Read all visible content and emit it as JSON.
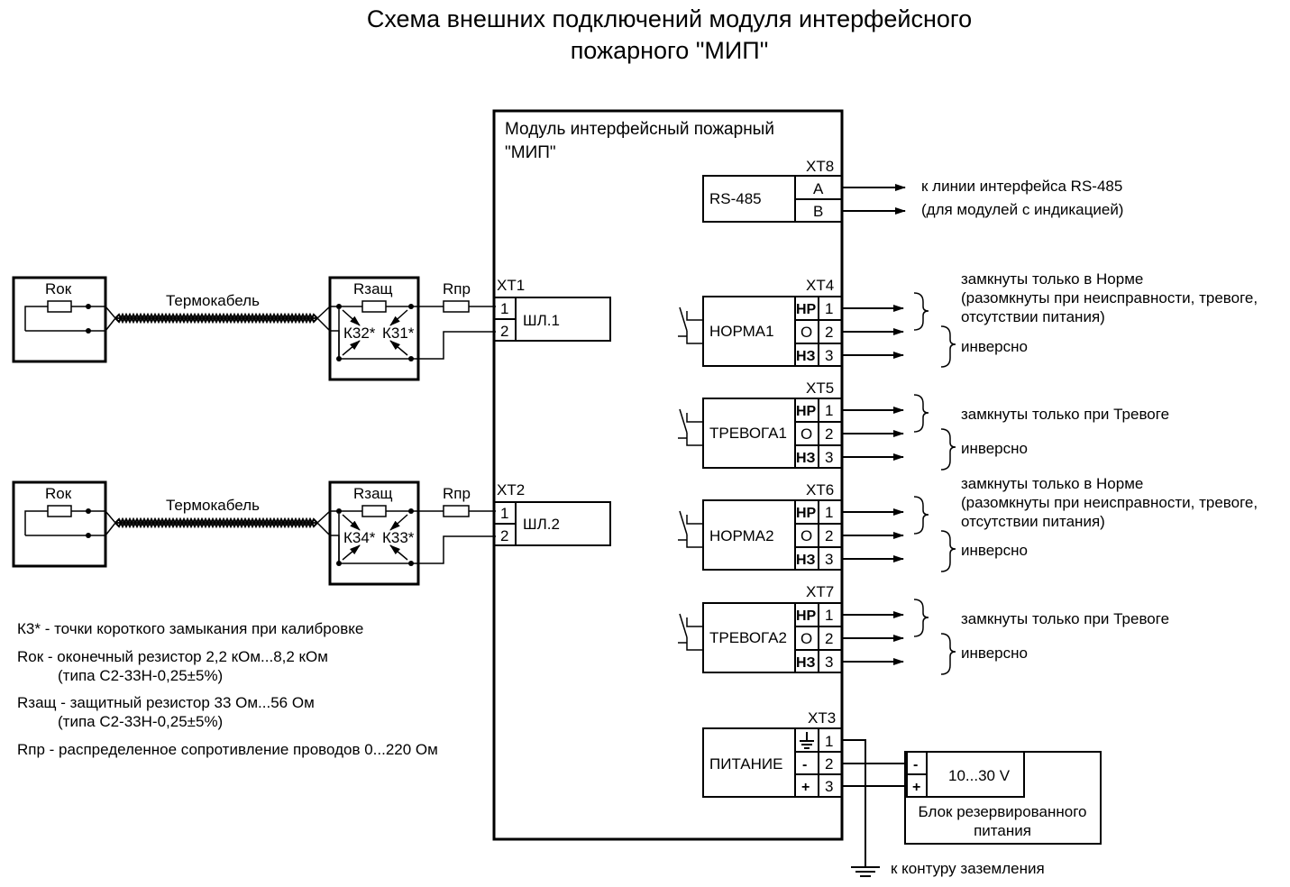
{
  "title": {
    "line1": "Схема внешних подключений модуля интерфейсного",
    "line2": "пожарного \"МИП\""
  },
  "module": {
    "label_line1": "Модуль интерфейсный пожарный",
    "label_line2": "\"МИП\""
  },
  "loops": [
    {
      "rok": "Rок",
      "cable": "Термокабель",
      "rzash": "Rзащ",
      "rpr": "Rпр",
      "kz_left": "К32*",
      "kz_right": "К31*",
      "connector": "XT1",
      "pin1": "1",
      "pin2": "2",
      "input": "ШЛ.1"
    },
    {
      "rok": "Rок",
      "cable": "Термокабель",
      "rzash": "Rзащ",
      "rpr": "Rпр",
      "kz_left": "К34*",
      "kz_right": "К33*",
      "connector": "XT2",
      "pin1": "1",
      "pin2": "2",
      "input": "ШЛ.2"
    }
  ],
  "rs485": {
    "connector": "XT8",
    "label": "RS-485",
    "pin_a": "A",
    "pin_b": "B",
    "note1": "к линии интерфейса RS-485",
    "note2": "(для модулей с индикацией)"
  },
  "relays": [
    {
      "connector": "XT4",
      "name": "НОРМА1",
      "p_nr": "НР",
      "p_o": "О",
      "p_nz": "НЗ",
      "n1": "1",
      "n2": "2",
      "n3": "3",
      "note_l1": "замкнуты только в Норме",
      "note_l2": "(разомкнуты при неисправности, тревоге,",
      "note_l3": "отсутствии питания)",
      "inverse": "инверсно"
    },
    {
      "connector": "XT5",
      "name": "ТРЕВОГА1",
      "p_nr": "НР",
      "p_o": "О",
      "p_nz": "НЗ",
      "n1": "1",
      "n2": "2",
      "n3": "3",
      "note_l1": "замкнуты только при Тревоге",
      "inverse": "инверсно"
    },
    {
      "connector": "XT6",
      "name": "НОРМА2",
      "p_nr": "НР",
      "p_o": "О",
      "p_nz": "НЗ",
      "n1": "1",
      "n2": "2",
      "n3": "3",
      "note_l1": "замкнуты только в Норме",
      "note_l2": "(разомкнуты при неисправности, тревоге,",
      "note_l3": "отсутствии питания)",
      "inverse": "инверсно"
    },
    {
      "connector": "XT7",
      "name": "ТРЕВОГА2",
      "p_nr": "НР",
      "p_o": "О",
      "p_nz": "НЗ",
      "n1": "1",
      "n2": "2",
      "n3": "3",
      "note_l1": "замкнуты только при Тревоге",
      "inverse": "инверсно"
    }
  ],
  "power": {
    "connector": "XT3",
    "label": "ПИТАНИЕ",
    "pin_minus": "-",
    "pin_plus": "+",
    "n1": "1",
    "n2": "2",
    "n3": "3",
    "supply_voltage": "10...30 V",
    "supply_minus": "-",
    "supply_plus": "+",
    "supply_name_l1": "Блок резервированного",
    "supply_name_l2": "питания",
    "ground_note": "к контуру заземления"
  },
  "legend": {
    "kz": "К3*  - точки короткого замыкания при калибровке",
    "rok_l1": "Rок - оконечный резистор 2,2 кОм...8,2 кОм",
    "rok_l2": "(типа С2-33Н-0,25±5%)",
    "rzash_l1": "Rзащ  - защитный резистор 33 Ом...56 Ом",
    "rzash_l2": "(типа С2-33Н-0,25±5%)",
    "rpr": "Rпр  - распределенное сопротивление проводов 0...220 Ом"
  },
  "colors": {
    "line": "#000000",
    "background": "#ffffff"
  }
}
